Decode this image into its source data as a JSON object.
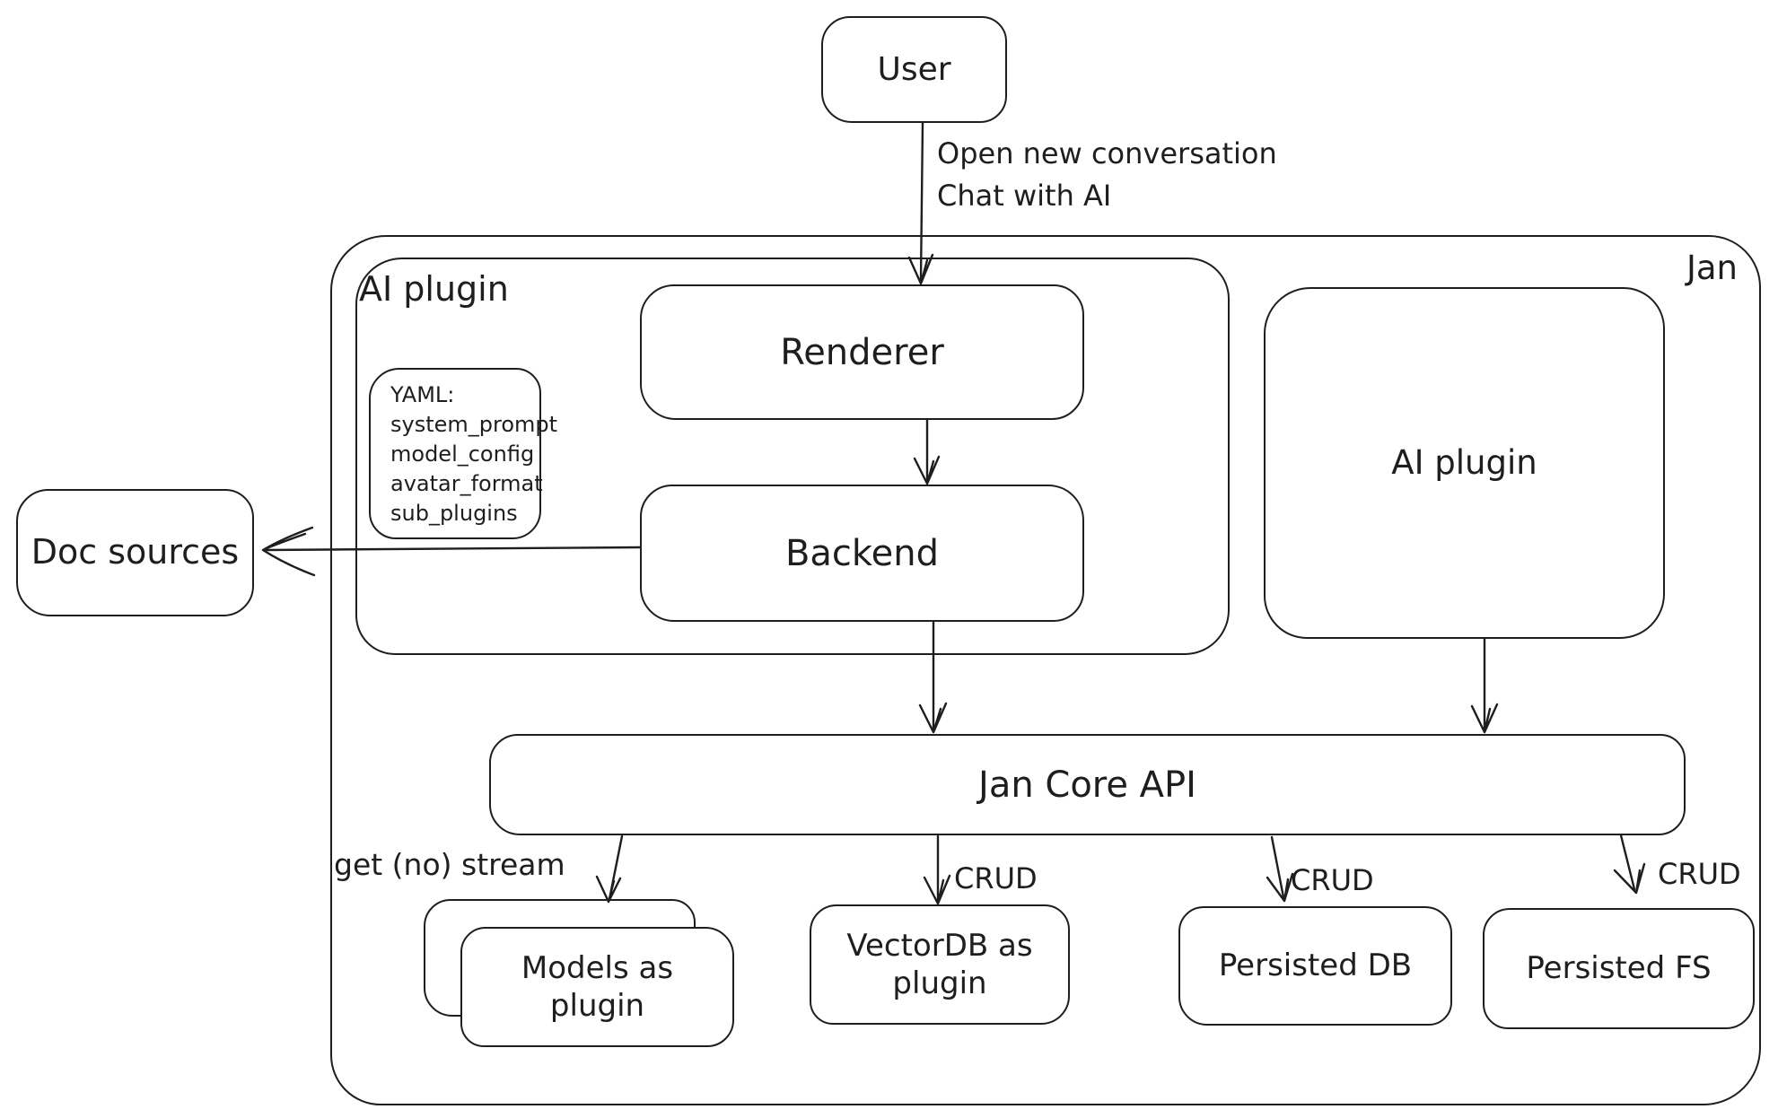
{
  "canvas": {
    "background": "#ffffff",
    "stroke_color": "#1e1e1e"
  },
  "nodes": {
    "user": {
      "label": "User"
    },
    "jan_container": {
      "label": "Jan"
    },
    "ai_plugin_container": {
      "label": "AI plugin"
    },
    "yaml_note": {
      "lines": [
        "YAML:",
        "system_prompt",
        "model_config",
        "avatar_format",
        "sub_plugins"
      ]
    },
    "renderer": {
      "label": "Renderer"
    },
    "backend": {
      "label": "Backend"
    },
    "ai_plugin_right": {
      "label": "AI plugin"
    },
    "jan_core_api": {
      "label": "Jan Core API"
    },
    "doc_sources": {
      "label": "Doc sources"
    },
    "models_plugin": {
      "label": "Models as plugin"
    },
    "vectordb_plugin": {
      "label": "VectorDB as plugin"
    },
    "persisted_db": {
      "label": "Persisted DB"
    },
    "persisted_fs": {
      "label": "Persisted FS"
    }
  },
  "edge_labels": {
    "user_to_renderer_line1": "Open new conversation",
    "user_to_renderer_line2": "Chat with AI",
    "get_no_stream": "get (no) stream",
    "crud_vectordb": "CRUD",
    "crud_persisted_db": "CRUD",
    "crud_persisted_fs": "CRUD"
  }
}
